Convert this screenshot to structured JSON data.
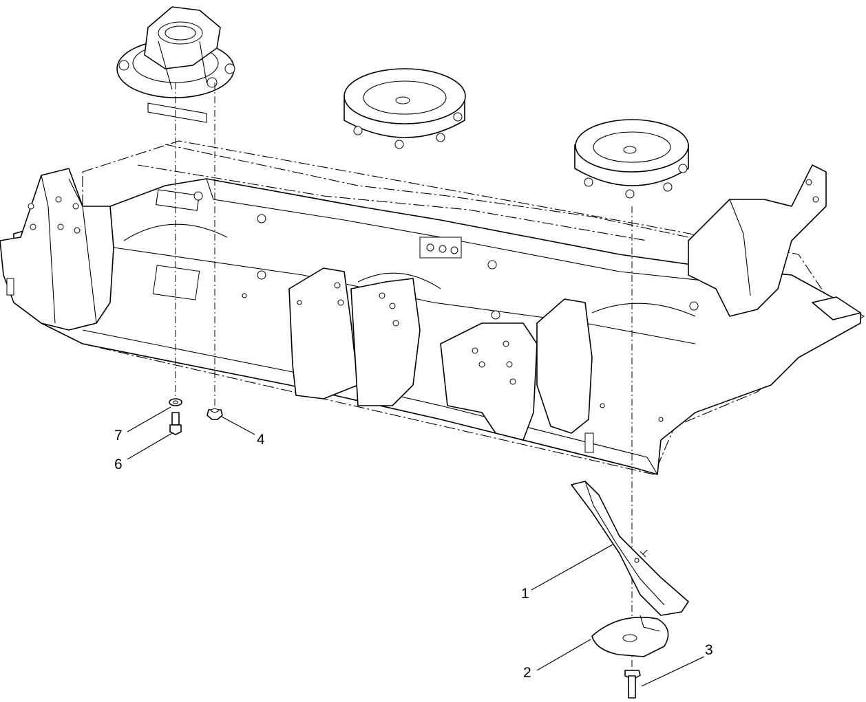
{
  "callouts": [
    {
      "id": "callout-1",
      "label": "1"
    },
    {
      "id": "callout-2",
      "label": "2"
    },
    {
      "id": "callout-3",
      "label": "3"
    },
    {
      "id": "callout-4",
      "label": "4"
    },
    {
      "id": "callout-6",
      "label": "6"
    },
    {
      "id": "callout-7",
      "label": "7"
    }
  ]
}
